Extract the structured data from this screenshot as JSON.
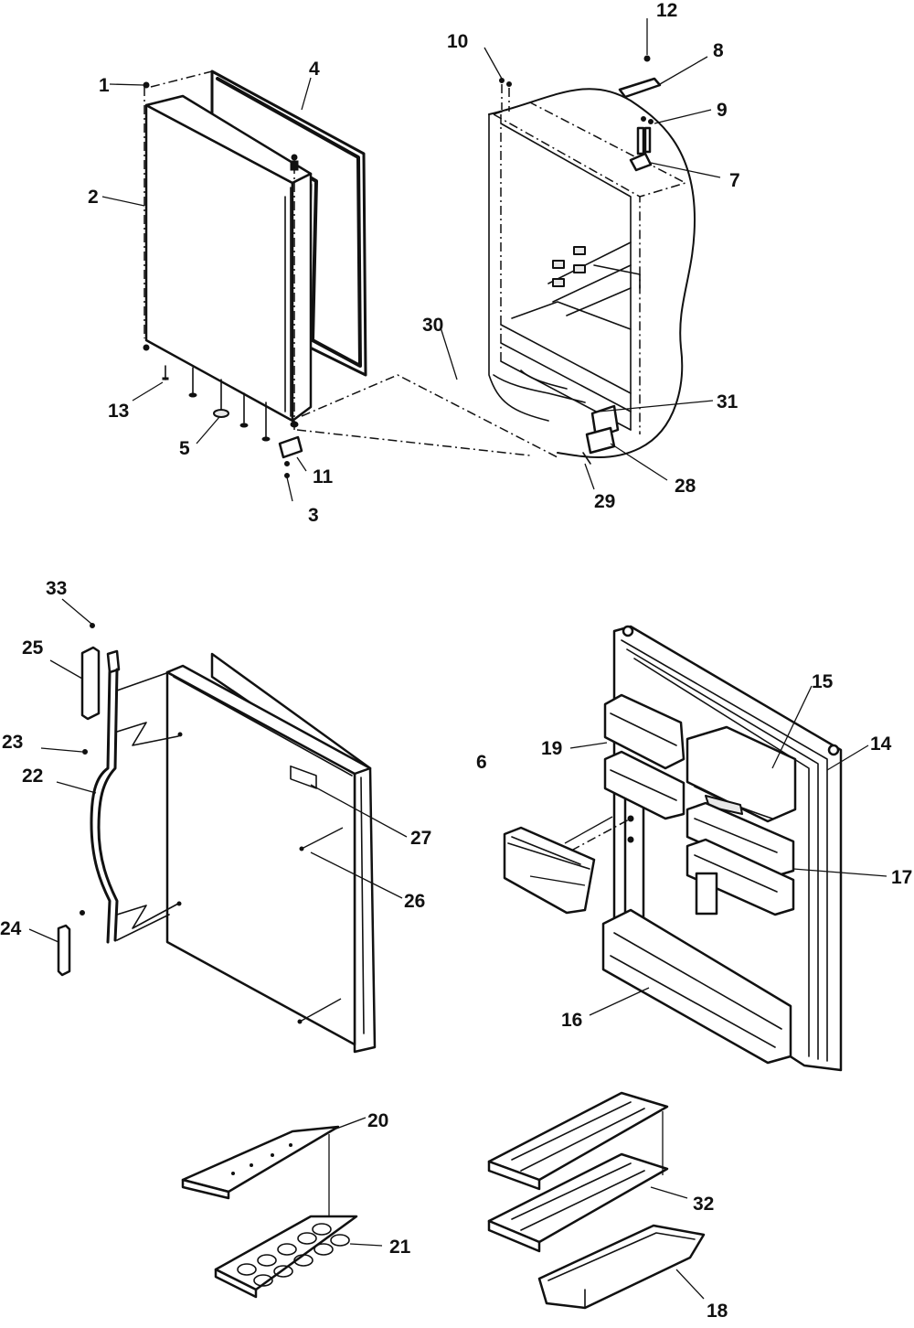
{
  "figure": {
    "type": "exploded-parts-diagram"
  },
  "callouts": [
    "1",
    "2",
    "3",
    "4",
    "5",
    "6",
    "7",
    "8",
    "9",
    "10",
    "11",
    "12",
    "13",
    "14",
    "15",
    "16",
    "17",
    "18",
    "19",
    "20",
    "21",
    "22",
    "23",
    "24",
    "25",
    "26",
    "27",
    "28",
    "29",
    "30",
    "31",
    "32",
    "33"
  ]
}
